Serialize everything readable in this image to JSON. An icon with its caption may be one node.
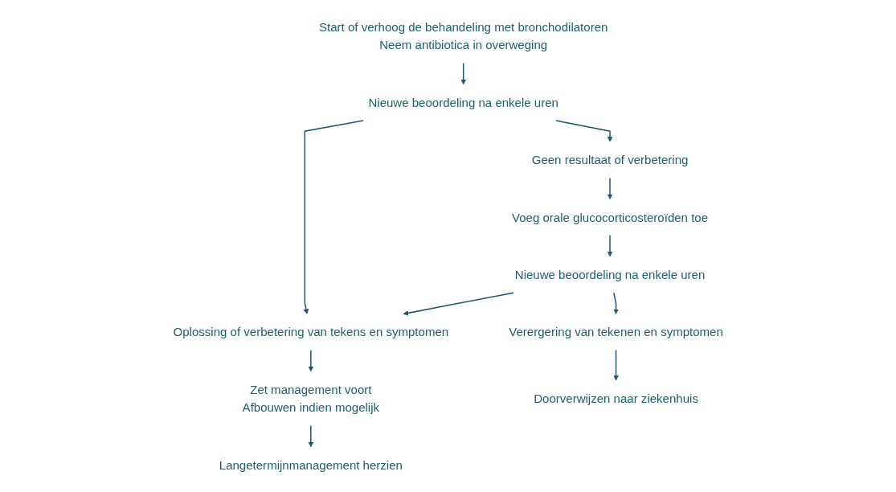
{
  "diagram": {
    "nodes": [
      {
        "text": [
          "Start of verhoog de behandeling met bronchodilatoren",
          "Neem antibiotica in overweging"
        ]
      },
      {
        "text": [
          "Nieuwe beoordeling na enkele uren"
        ]
      },
      {
        "text": [
          "Oplossing of verbetering van tekens en symptomen"
        ]
      },
      {
        "text": [
          "Geen resultaat of verbetering"
        ]
      },
      {
        "text": [
          "Zet management voort",
          "Afbouwen indien mogelijk"
        ]
      },
      {
        "text": [
          "Voeg orale glucocorticosteroïden toe"
        ]
      },
      {
        "text": [
          "Nieuwe beoordeling na enkele uren"
        ]
      },
      {
        "text": [
          "Langetermijnmanagement herzien"
        ]
      },
      {
        "text": [
          "Verergering van tekenen en symptomen"
        ]
      },
      {
        "text": [
          "Doorverwijzen naar ziekenhuis"
        ]
      }
    ],
    "edges": [
      {
        "from": 0,
        "to": 1,
        "arrow": "to"
      },
      {
        "from": 1,
        "to": 2,
        "arrow": "to"
      },
      {
        "from": 1,
        "to": 3,
        "arrow": "to"
      },
      {
        "from": 2,
        "to": 4,
        "arrow": "to"
      },
      {
        "from": 4,
        "to": 7,
        "arrow": "to"
      },
      {
        "from": 3,
        "to": 5,
        "arrow": "to"
      },
      {
        "from": 5,
        "to": 6,
        "arrow": "to"
      },
      {
        "from": 6,
        "to": 2,
        "arrow": "to"
      },
      {
        "from": 6,
        "to": 8,
        "arrow": "to"
      },
      {
        "from": 8,
        "to": 9,
        "arrow": "to"
      }
    ]
  }
}
